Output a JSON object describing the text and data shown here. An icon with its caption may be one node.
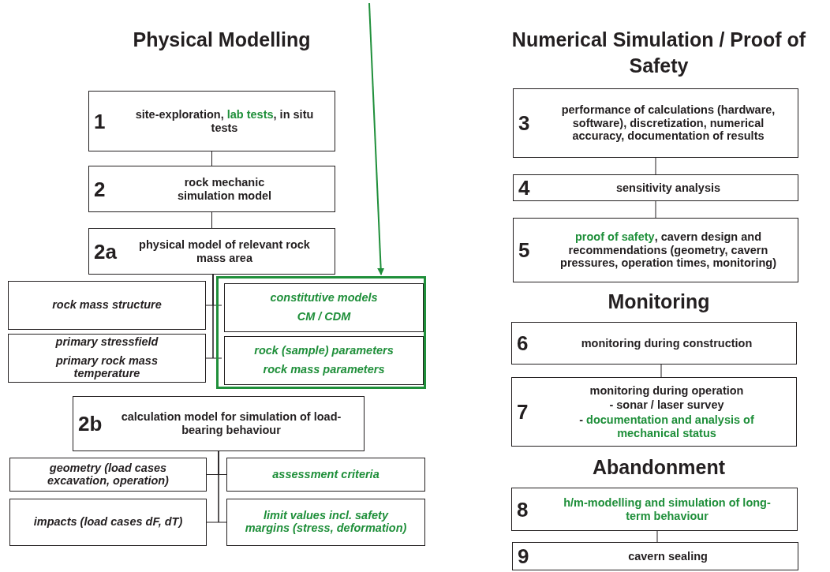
{
  "diagram": {
    "nodes": [
      {
        "text": [
          "1",
          "site-exploration, **lab tests**, in situ tests"
        ]
      },
      {
        "text": [
          "2",
          "rock mechanic simulation model"
        ]
      },
      {
        "text": [
          "2a",
          "physical model of relevant rock mass area"
        ]
      },
      {
        "text": [
          "rock mass structure"
        ]
      },
      {
        "text": [
          "primary stressfield",
          "primary rock mass temperature"
        ]
      },
      {
        "text": [],
        "shape": "box"
      },
      {
        "text": [
          "constitutive models",
          "CM / CDM"
        ],
        "in": 5
      },
      {
        "text": [
          "rock (sample) parameters",
          "rock mass parameters"
        ],
        "in": 5
      },
      {
        "text": [
          "2b",
          "calculation model for simulation of load-bearing behaviour"
        ]
      },
      {
        "text": [
          "geometry (load cases excavation, operation)"
        ]
      },
      {
        "text": [
          "impacts (load cases dF, dT)"
        ]
      },
      {
        "text": [
          "assessment criteria"
        ]
      },
      {
        "text": [
          "limit values incl. safety margins (stress, deformation)"
        ]
      },
      {
        "text": [
          "3",
          "performance of calculations (hardware, software), discretization, numerical accuracy, documentation of results"
        ]
      },
      {
        "text": [
          "4",
          "sensitivity analysis"
        ]
      },
      {
        "text": [
          "5",
          "**proof of safety**, cavern design and recommendations (geometry, cavern pressures, operation times, monitoring)"
        ]
      },
      {
        "text": [
          "6",
          "monitoring during construction"
        ]
      },
      {
        "text": [
          "7",
          "monitoring during operation",
          "- sonar / laser survey",
          "- **documentation and analysis of mechanical status**"
        ]
      },
      {
        "text": [
          "8",
          "h/m-modelling and simulation of long-term behaviour"
        ]
      },
      {
        "text": [
          "9",
          "cavern sealing"
        ]
      }
    ],
    "edges": [
      {
        "from": 0,
        "to": 1,
        "arrow": "none"
      },
      {
        "from": 1,
        "to": 2,
        "arrow": "none"
      },
      {
        "from": 2,
        "to": 3,
        "arrow": "none"
      },
      {
        "from": 2,
        "to": 6,
        "arrow": "none"
      },
      {
        "from": 2,
        "to": 4,
        "arrow": "none"
      },
      {
        "from": 2,
        "to": 7,
        "arrow": "none"
      },
      {
        "from": 8,
        "to": 9,
        "arrow": "none"
      },
      {
        "from": 8,
        "to": 11,
        "arrow": "none"
      },
      {
        "from": 8,
        "to": 10,
        "arrow": "none"
      },
      {
        "from": 8,
        "to": 12,
        "arrow": "none"
      },
      {
        "from": 13,
        "to": 14,
        "arrow": "none"
      },
      {
        "from": 14,
        "to": 15,
        "arrow": "none"
      },
      {
        "from": 16,
        "to": 17,
        "arrow": "none"
      },
      {
        "from": 18,
        "to": 19,
        "arrow": "none"
      },
      {
        "from": null,
        "to": 5,
        "arrow": "to",
        "color": "#1f8f3a"
      }
    ],
    "labels": [
      "Physical Modelling",
      "Numerical Simulation / Proof of Safety",
      "Monitoring",
      "Abandonment"
    ]
  }
}
